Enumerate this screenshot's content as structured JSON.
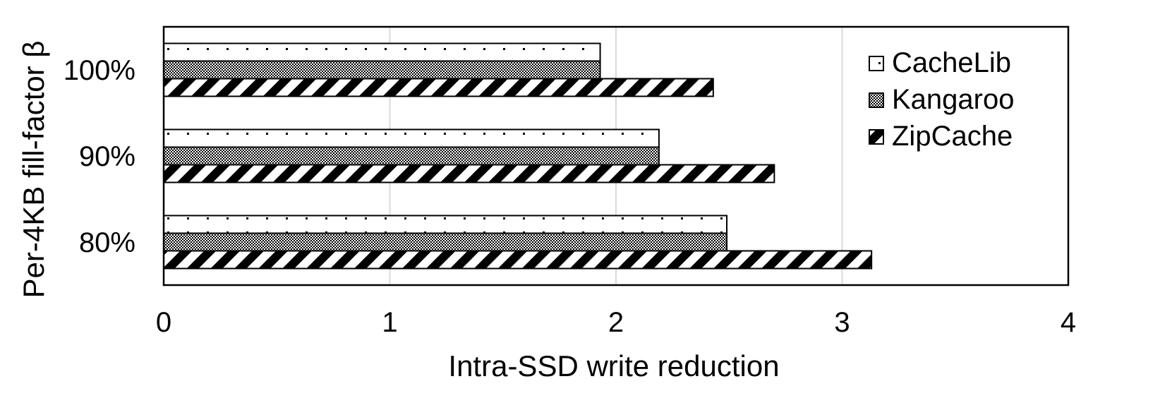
{
  "chart_data": {
    "type": "bar",
    "orientation": "horizontal",
    "categories": [
      "100%",
      "90%",
      "80%"
    ],
    "series": [
      {
        "name": "CacheLib",
        "values": [
          1.93,
          2.19,
          2.49
        ],
        "pattern": "dots"
      },
      {
        "name": "Kangaroo",
        "values": [
          1.93,
          2.19,
          2.49
        ],
        "pattern": "checker"
      },
      {
        "name": "ZipCache",
        "values": [
          2.43,
          2.7,
          3.13
        ],
        "pattern": "diagonal"
      }
    ],
    "xlabel": "Intra-SSD write reduction",
    "ylabel": "Per-4KB fill-factor β",
    "xlim": [
      0,
      4
    ],
    "xticks": [
      "0",
      "1",
      "2",
      "3",
      "4"
    ],
    "grid": "vertical",
    "legend_position": "top-right",
    "colors": {
      "bar_stroke": "#000000",
      "grid": "#d9d9d9",
      "background": "#ffffff"
    }
  }
}
